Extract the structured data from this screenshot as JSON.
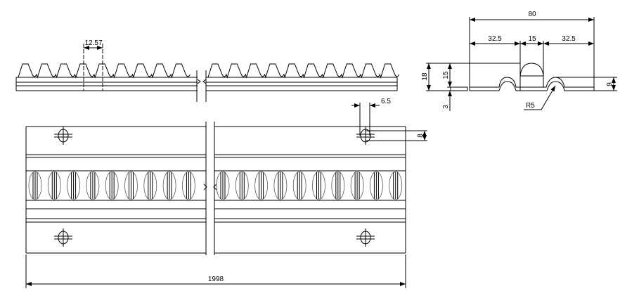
{
  "drawing": {
    "side_view": {
      "pitch_label": "12.57"
    },
    "section_view": {
      "overall_width": "80",
      "left_offset": "32.5",
      "tooth_width": "15",
      "right_offset": "32.5",
      "total_height": "18",
      "tooth_height": "15",
      "plate_thickness": "3",
      "bend_height": "9",
      "bend_radius": "R5"
    },
    "plan_view": {
      "hole_width": "6.5",
      "hole_height": "8",
      "length": "1998"
    },
    "colors": {
      "line": "#000000",
      "background": "#ffffff"
    }
  }
}
